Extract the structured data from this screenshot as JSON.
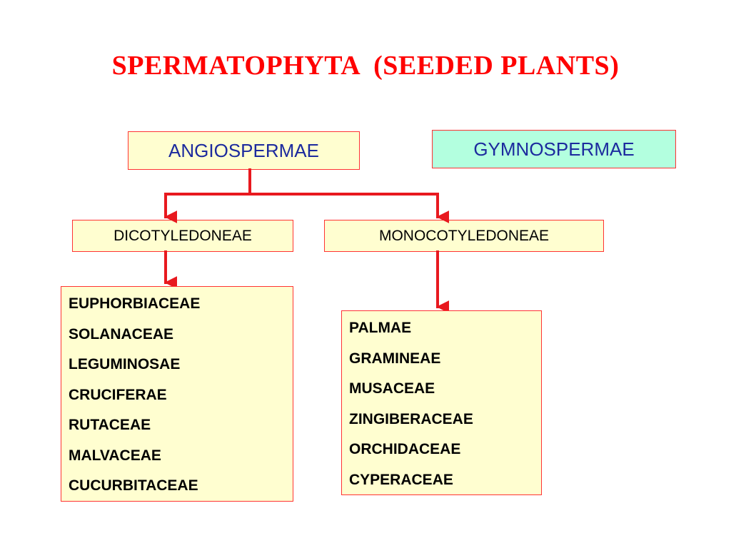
{
  "title": "SPERMATOPHYTA  (SEEDED PLANTS)",
  "nodes": {
    "angiospermae": "ANGIOSPERMAE",
    "gymnospermae": "GYMNOSPERMAE",
    "dicotyledoneae": "DICOTYLEDONEAE",
    "monocotyledoneae": "MONOCOTYLEDONEAE"
  },
  "dicot_families": [
    "EUPHORBIACEAE",
    "SOLANACEAE",
    "LEGUMINOSAE",
    "CRUCIFERAE",
    "RUTACEAE",
    "MALVACEAE",
    "CUCURBITACEAE"
  ],
  "monocot_families": [
    "PALMAE",
    "GRAMINEAE",
    "MUSACEAE",
    "ZINGIBERACEAE",
    "ORCHIDACEAE",
    "CYPERACEAE"
  ],
  "colors": {
    "title": "#ff0000",
    "heading_text": "#1c2a9e",
    "connector": "#e8191f",
    "box_fill": "#fffed0",
    "gymno_fill": "#b3ffdf"
  }
}
